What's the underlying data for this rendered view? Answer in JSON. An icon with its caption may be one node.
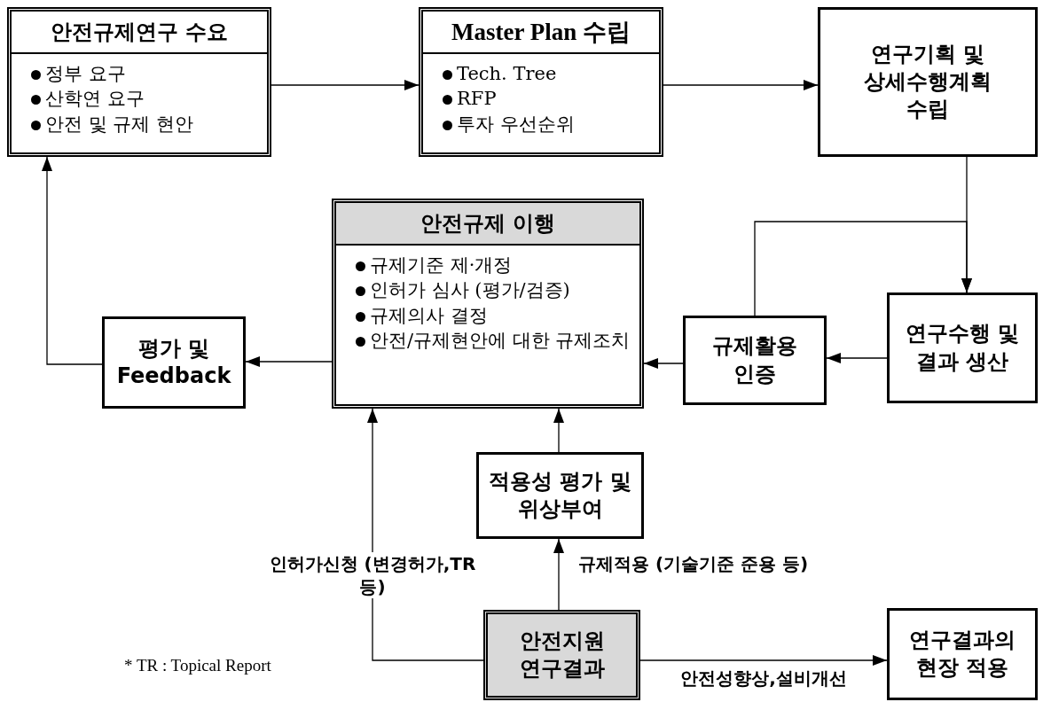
{
  "diagram": {
    "nodes": [
      {
        "text": [
          "안전규제연구 수요",
          "정부 요구",
          "산학연 요구",
          "안전 및 규제 현안"
        ]
      },
      {
        "text": [
          "Master Plan 수립",
          "Tech. Tree",
          "RFP",
          "투자 우선순위"
        ]
      },
      {
        "text": [
          "연구기획 및 상세수행계획 수립"
        ]
      },
      {
        "text": [
          "안전규제 이행",
          "규제기준 제·개정",
          "인허가 심사 (평가/검증)",
          "규제의사 결정",
          "안전/규제현안에 대한 규제조치"
        ]
      },
      {
        "text": [
          "평가 및 Feedback"
        ]
      },
      {
        "text": [
          "규제활용 인증"
        ]
      },
      {
        "text": [
          "연구수행 및 결과 생산"
        ]
      },
      {
        "text": [
          "적용성 평가 및 위상부여"
        ]
      },
      {
        "text": [
          "안전지원 연구결과"
        ]
      },
      {
        "text": [
          "연구결과의 현장 적용"
        ]
      }
    ],
    "edges": [
      {
        "from": 0,
        "to": 1,
        "arrow": "to"
      },
      {
        "from": 1,
        "to": 2,
        "arrow": "to"
      },
      {
        "from": 2,
        "to": 6,
        "arrow": "to"
      },
      {
        "from": 6,
        "to": 5,
        "arrow": "to"
      },
      {
        "from": 5,
        "to": 6,
        "arrow": "to"
      },
      {
        "from": 5,
        "to": 3,
        "arrow": "to"
      },
      {
        "from": 3,
        "to": 4,
        "arrow": "to"
      },
      {
        "from": 4,
        "to": 0,
        "arrow": "to"
      },
      {
        "from": 7,
        "to": 3,
        "arrow": "to"
      },
      {
        "from": 8,
        "to": 7,
        "arrow": "to",
        "label": "규제적용 (기술기준 준용 등)"
      },
      {
        "from": 8,
        "to": 3,
        "arrow": "to",
        "label": "인허가신청 (변경허가,TR 등)"
      },
      {
        "from": 8,
        "to": 9,
        "arrow": "to",
        "label": "안전성향상,설비개선"
      }
    ],
    "labels": [
      "* TR : Topical Report"
    ]
  }
}
